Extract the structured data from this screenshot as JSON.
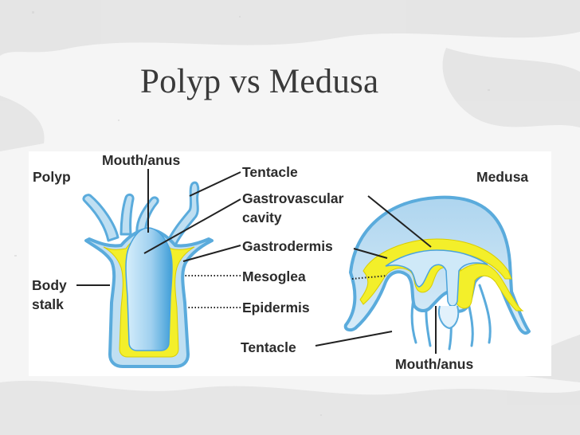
{
  "slide": {
    "title": "Polyp vs Medusa"
  },
  "diagram": {
    "polyp_heading": "Polyp",
    "medusa_heading": "Medusa",
    "labels": {
      "mouth_anus_polyp": "Mouth/anus",
      "tentacle_top": "Tentacle",
      "gastrovascular_line1": "Gastrovascular",
      "gastrovascular_line2": "cavity",
      "gastrodermis": "Gastrodermis",
      "mesoglea": "Mesoglea",
      "epidermis": "Epidermis",
      "tentacle_bottom": "Tentacle",
      "body_line1": "Body",
      "body_line2": "stalk",
      "mouth_anus_medusa": "Mouth/anus"
    },
    "colors": {
      "epidermis": "#5aabdc",
      "body_fill": "#bfdff2",
      "gastrodermis": "#f3ef2a",
      "cavity_light": "#d4ecf9",
      "cavity_dark": "#4aa3dc"
    }
  }
}
